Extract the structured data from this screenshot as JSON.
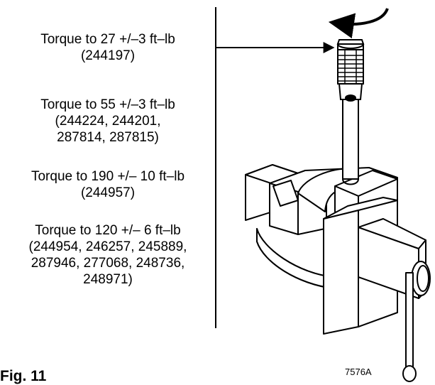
{
  "torque_specs": [
    {
      "lines": [
        "Torque to 27 +/–3 ft–lb",
        "(244197)"
      ]
    },
    {
      "lines": [
        "Torque to 55 +/–3 ft–lb",
        "(244224, 244201,",
        "287814, 287815)"
      ]
    },
    {
      "lines": [
        "Torque to 190 +/– 10 ft–lb",
        "(244957)"
      ]
    },
    {
      "lines": [
        "Torque to 120 +/– 6 ft–lb",
        "(244954, 246257, 245889,",
        "287946, 277068, 248736,",
        "248971)"
      ]
    }
  ],
  "figure_label": "Fig. 11",
  "drawing_number": "7576A"
}
